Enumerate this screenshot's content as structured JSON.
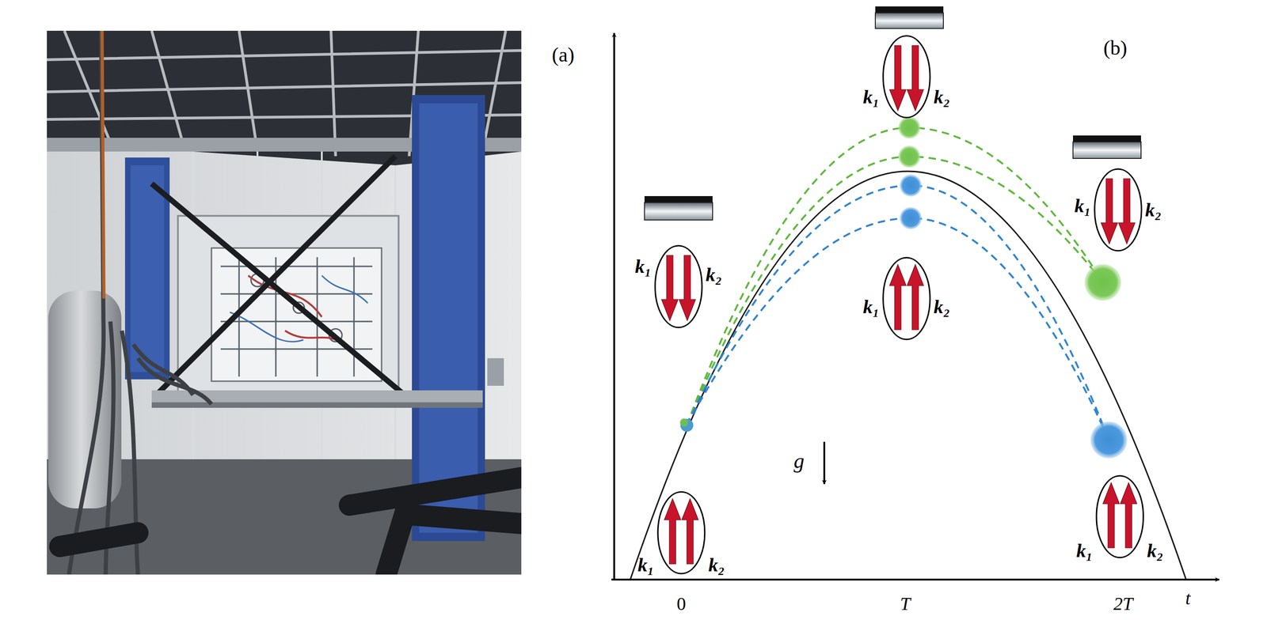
{
  "diagram": {
    "nodes": [
      {
        "text": [
          "k₁",
          "k₂"
        ]
      },
      {
        "text": [
          "k₁",
          "k₂"
        ]
      },
      {
        "text": [
          "k₁",
          "k₂"
        ]
      },
      {
        "text": [
          "k₁",
          "k₂"
        ]
      },
      {
        "text": [
          "k₁",
          "k₂"
        ]
      },
      {
        "text": [
          "k₁",
          "k₂"
        ]
      }
    ],
    "labels": [
      "(a)",
      "(b)",
      "g",
      "0",
      "T",
      "2T",
      "t"
    ]
  }
}
